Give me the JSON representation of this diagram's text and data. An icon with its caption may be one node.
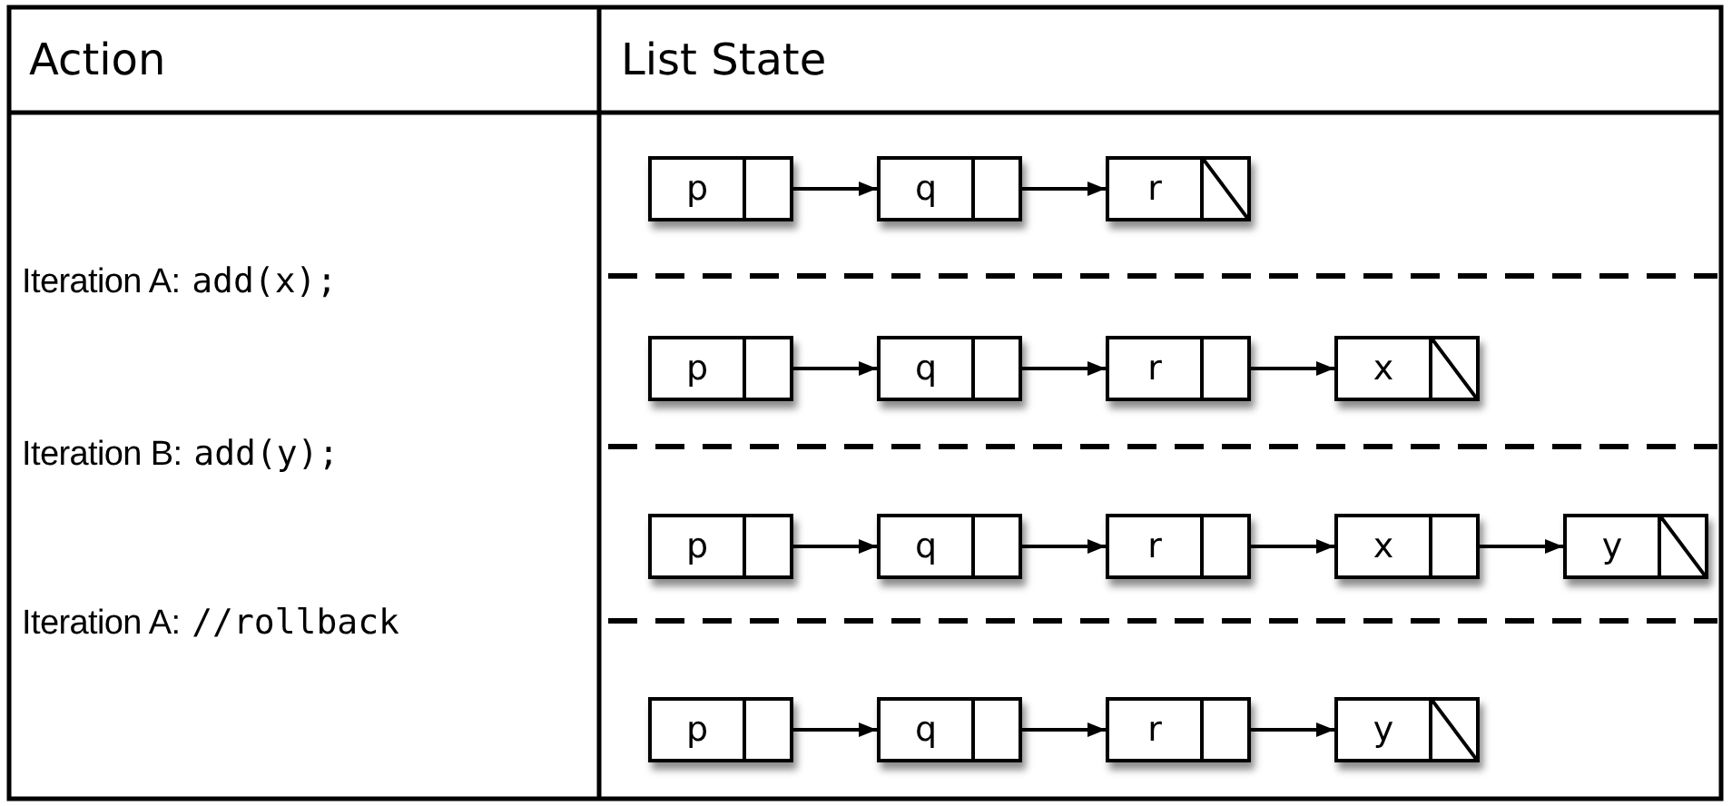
{
  "diagram": {
    "nodes": [
      {
        "text": [
          "p"
        ]
      },
      {
        "text": [
          "q"
        ]
      },
      {
        "text": [
          "r"
        ]
      },
      {
        "text": [
          "p"
        ]
      },
      {
        "text": [
          "q"
        ]
      },
      {
        "text": [
          "r"
        ]
      },
      {
        "text": [
          "x"
        ]
      },
      {
        "text": [
          "p"
        ]
      },
      {
        "text": [
          "q"
        ]
      },
      {
        "text": [
          "r"
        ]
      },
      {
        "text": [
          "x"
        ]
      },
      {
        "text": [
          "y"
        ]
      },
      {
        "text": [
          "p"
        ]
      },
      {
        "text": [
          "q"
        ]
      },
      {
        "text": [
          "r"
        ]
      },
      {
        "text": [
          "y"
        ]
      }
    ],
    "edges": [
      {
        "from": 0,
        "to": 1,
        "arrow": "to"
      },
      {
        "from": 1,
        "to": 2,
        "arrow": "to"
      },
      {
        "from": 3,
        "to": 4,
        "arrow": "to"
      },
      {
        "from": 4,
        "to": 5,
        "arrow": "to"
      },
      {
        "from": 5,
        "to": 6,
        "arrow": "to"
      },
      {
        "from": 7,
        "to": 8,
        "arrow": "to"
      },
      {
        "from": 8,
        "to": 9,
        "arrow": "to"
      },
      {
        "from": 9,
        "to": 10,
        "arrow": "to"
      },
      {
        "from": 10,
        "to": 11,
        "arrow": "to"
      },
      {
        "from": 12,
        "to": 13,
        "arrow": "to"
      },
      {
        "from": 13,
        "to": 14,
        "arrow": "to"
      },
      {
        "from": 14,
        "to": 15,
        "arrow": "to"
      }
    ],
    "labels": [
      "Action",
      "List State",
      "Iteration A:",
      "add(x);",
      "Iteration B:",
      "add(y);",
      "Iteration A:",
      "//rollback"
    ]
  }
}
